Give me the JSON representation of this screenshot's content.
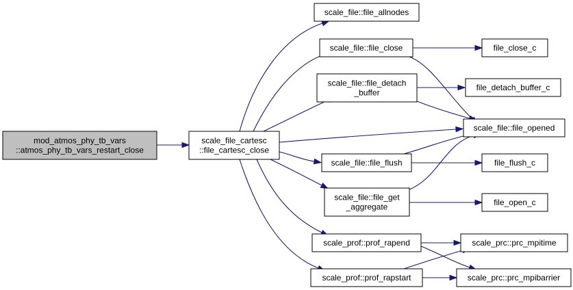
{
  "graph": {
    "nodes": [
      {
        "id": "root",
        "lines": [
          "mod_atmos_phy_tb_vars",
          "::atmos_phy_tb_vars_restart_close"
        ]
      },
      {
        "id": "cartesc_close",
        "lines": [
          "scale_file_cartesc",
          "::file_cartesc_close"
        ]
      },
      {
        "id": "file_allnodes",
        "lines": [
          "scale_file::file_allnodes"
        ]
      },
      {
        "id": "file_close",
        "lines": [
          "scale_file::file_close"
        ]
      },
      {
        "id": "file_detach_buffer",
        "lines": [
          "scale_file::file_detach",
          "_buffer"
        ]
      },
      {
        "id": "file_flush",
        "lines": [
          "scale_file::file_flush"
        ]
      },
      {
        "id": "file_get_aggregate",
        "lines": [
          "scale_file::file_get",
          "_aggregate"
        ]
      },
      {
        "id": "prof_rapend",
        "lines": [
          "scale_prof::prof_rapend"
        ]
      },
      {
        "id": "prof_rapstart",
        "lines": [
          "scale_prof::prof_rapstart"
        ]
      },
      {
        "id": "file_close_c",
        "lines": [
          "file_close_c"
        ]
      },
      {
        "id": "file_detach_buffer_c",
        "lines": [
          "file_detach_buffer_c"
        ]
      },
      {
        "id": "file_opened",
        "lines": [
          "scale_file::file_opened"
        ]
      },
      {
        "id": "file_flush_c",
        "lines": [
          "file_flush_c"
        ]
      },
      {
        "id": "file_open_c",
        "lines": [
          "file_open_c"
        ]
      },
      {
        "id": "prc_mpitime",
        "lines": [
          "scale_prc::prc_mpitime"
        ]
      },
      {
        "id": "prc_mpibarrier",
        "lines": [
          "scale_prc::prc_mpibarrier"
        ]
      }
    ],
    "edges": [
      {
        "from": "root",
        "to": "cartesc_close"
      },
      {
        "from": "cartesc_close",
        "to": "file_allnodes"
      },
      {
        "from": "cartesc_close",
        "to": "file_close"
      },
      {
        "from": "cartesc_close",
        "to": "file_detach_buffer"
      },
      {
        "from": "cartesc_close",
        "to": "file_opened"
      },
      {
        "from": "cartesc_close",
        "to": "file_flush"
      },
      {
        "from": "cartesc_close",
        "to": "file_get_aggregate"
      },
      {
        "from": "cartesc_close",
        "to": "prof_rapend"
      },
      {
        "from": "cartesc_close",
        "to": "prof_rapstart"
      },
      {
        "from": "file_close",
        "to": "file_close_c"
      },
      {
        "from": "file_close",
        "to": "file_opened"
      },
      {
        "from": "file_detach_buffer",
        "to": "file_detach_buffer_c"
      },
      {
        "from": "file_detach_buffer",
        "to": "file_opened"
      },
      {
        "from": "file_flush",
        "to": "file_opened"
      },
      {
        "from": "file_flush",
        "to": "file_flush_c"
      },
      {
        "from": "file_get_aggregate",
        "to": "file_opened"
      },
      {
        "from": "file_get_aggregate",
        "to": "file_open_c"
      },
      {
        "from": "prof_rapend",
        "to": "prc_mpitime"
      },
      {
        "from": "prof_rapend",
        "to": "prc_mpibarrier"
      },
      {
        "from": "prof_rapstart",
        "to": "prc_mpitime"
      },
      {
        "from": "prof_rapstart",
        "to": "prc_mpibarrier"
      }
    ]
  },
  "colors": {
    "edge": "#191970",
    "root_fill": "#bfbfbf",
    "node_fill": "#ffffff",
    "node_border": "#000000"
  }
}
